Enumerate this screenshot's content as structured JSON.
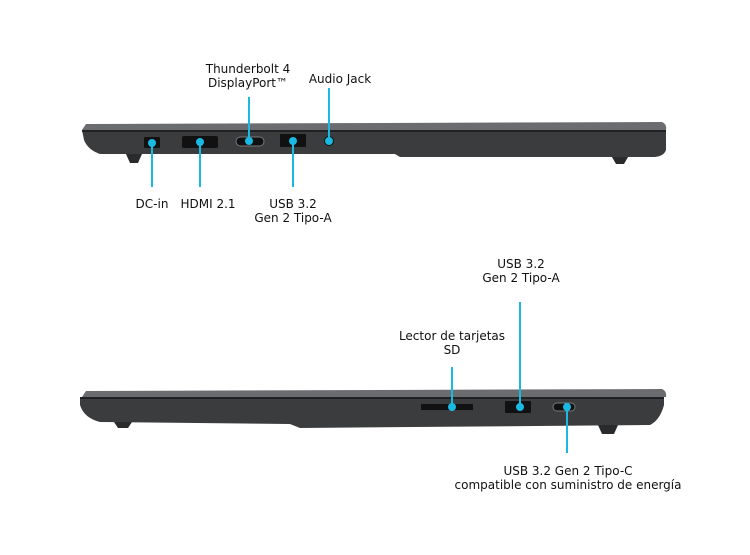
{
  "colors": {
    "callout": "#19b9e3",
    "body": "#3a3b3d",
    "lid": "#55575a"
  },
  "left_side": {
    "labels": {
      "thunderbolt": [
        "Thunderbolt 4",
        "DisplayPort™"
      ],
      "audio": "Audio Jack",
      "dc_in": "DC-in",
      "hdmi": "HDMI 2.1",
      "usb_a": [
        "USB 3.2",
        "Gen 2 Tipo-A"
      ]
    }
  },
  "right_side": {
    "labels": {
      "usb_a": [
        "USB 3.2",
        "Gen 2 Tipo-A"
      ],
      "sd": [
        "Lector de tarjetas",
        "SD"
      ],
      "usb_c": [
        "USB 3.2 Gen 2 Tipo-C",
        "compatible con suministro de energía"
      ]
    }
  }
}
